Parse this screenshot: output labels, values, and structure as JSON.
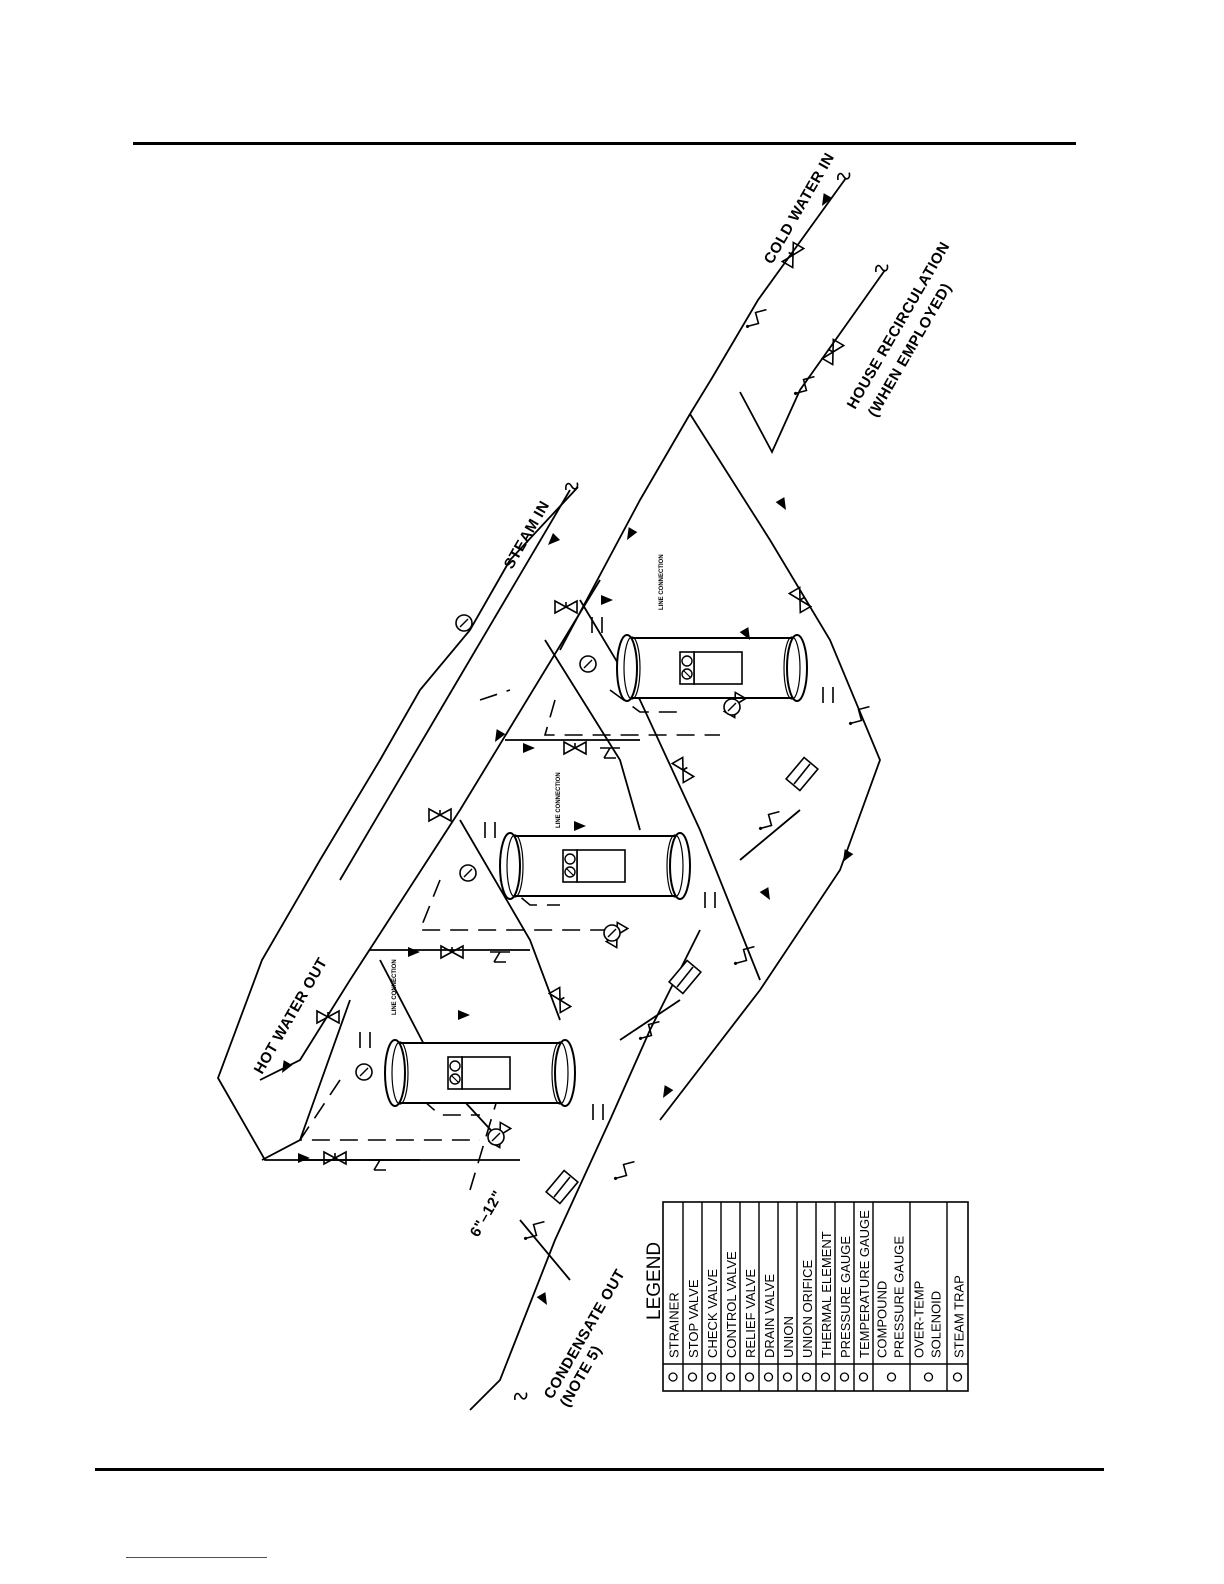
{
  "labels": {
    "cold_water_in": "COLD WATER IN",
    "house_recirculation": "HOUSE RECIRCULATION",
    "when_employed": "(WHEN EMPLOYED)",
    "steam_in": "STEAM IN",
    "hot_water_out": "HOT WATER OUT",
    "condensate_out": "CONDENSATE OUT",
    "note_5": "(NOTE 5)",
    "dimension": "6\"–12\"",
    "tank_tag": "LINE CONNECTION"
  },
  "legend": {
    "title": "LEGEND",
    "items": [
      {
        "label": "STRAINER"
      },
      {
        "label": "STOP VALVE"
      },
      {
        "label": "CHECK VALVE"
      },
      {
        "label": "CONTROL VALVE"
      },
      {
        "label": "RELIEF VALVE"
      },
      {
        "label": "DRAIN VALVE"
      },
      {
        "label": "UNION"
      },
      {
        "label": "UNION ORIFICE"
      },
      {
        "label": "THERMAL ELEMENT"
      },
      {
        "label": "PRESSURE GAUGE"
      },
      {
        "label": "TEMPERATURE GAUGE"
      },
      {
        "label": "COMPOUND",
        "label2": "PRESSURE GAUGE"
      },
      {
        "label": "OVER-TEMP",
        "label2": "SOLENOID"
      },
      {
        "label": "STEAM TRAP"
      }
    ]
  },
  "colors": {
    "line": "#000000",
    "footer_link": "#1f4fd8"
  }
}
